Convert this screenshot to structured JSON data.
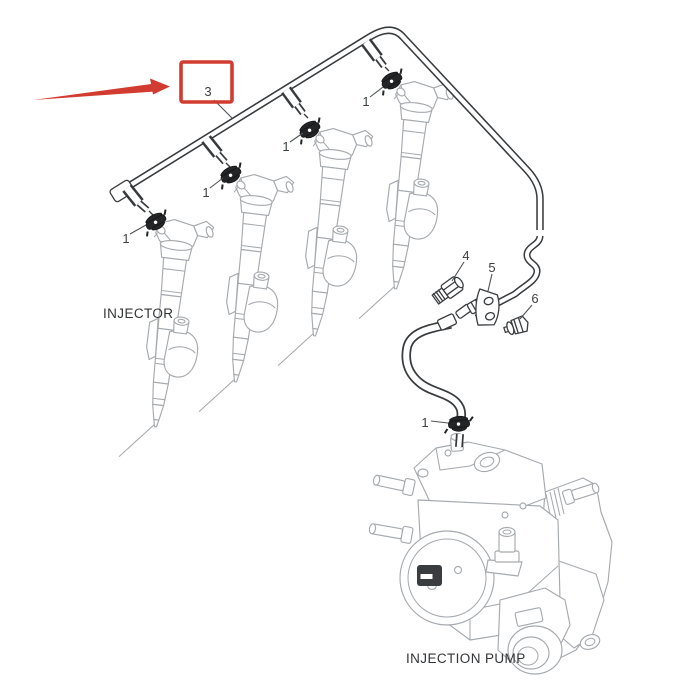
{
  "figure": {
    "type": "exploded-parts-diagram",
    "captions": {
      "injector": "INJECTOR",
      "injection_pump": "INJECTION PUMP"
    },
    "callouts": {
      "pipe": "3",
      "clamp": "1",
      "fitting": "4",
      "bracket": "5",
      "bolt": "6"
    },
    "highlighted_part": "3",
    "colors": {
      "highlight": "#d23b2f",
      "line_dark": "#3a3d3f",
      "line_light": "#a6aaae",
      "label": "#3d4042"
    }
  }
}
